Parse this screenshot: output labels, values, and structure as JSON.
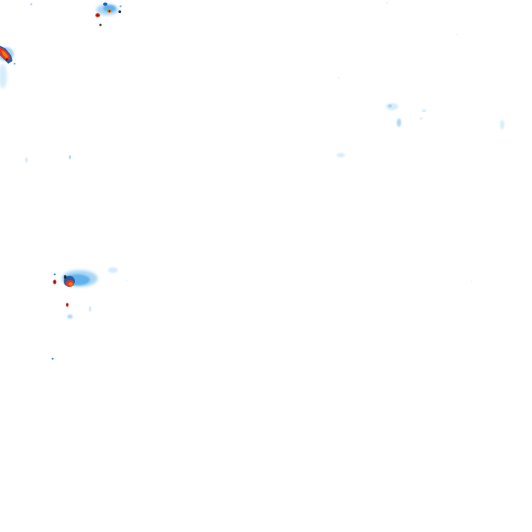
{
  "map": {
    "background_color": "#ffffff",
    "kind": "weather radar reflectivity overlay",
    "legend_visible": false,
    "colors": {
      "very_light": "#d6ecfb",
      "light": "#a9d6f5",
      "moderate": "#5eb2ec",
      "medium": "#2f86d6",
      "strong_blue": "#1a5fb0",
      "heavy_red": "#e8341c",
      "heavy_orange": "#f07a14",
      "core_dark": "#5a1a10",
      "edge_dark": "#2b2b2b"
    },
    "echo_groups": [
      "storm-cluster-top-left",
      "storm-cell-left-edge",
      "storm-cluster-mid-left",
      "light-echoes-right",
      "scattered-speckles"
    ]
  }
}
